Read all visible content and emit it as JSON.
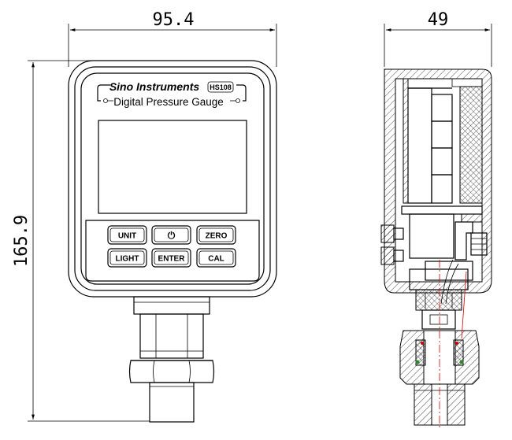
{
  "dimensions": {
    "front_width": "95.4",
    "side_width": "49",
    "height": "165.9"
  },
  "faceplate": {
    "brand": "Sino Instruments",
    "model": "HS108",
    "subtitle": "Digital Pressure Gauge"
  },
  "buttons": {
    "unit": "UNIT",
    "power": "⏻",
    "zero": "ZERO",
    "light": "LIGHT",
    "enter": "ENTER",
    "cal": "CAL"
  },
  "colors": {
    "line": "#000000",
    "centerline": "#cc0000",
    "seal": "#2a8a2a"
  }
}
